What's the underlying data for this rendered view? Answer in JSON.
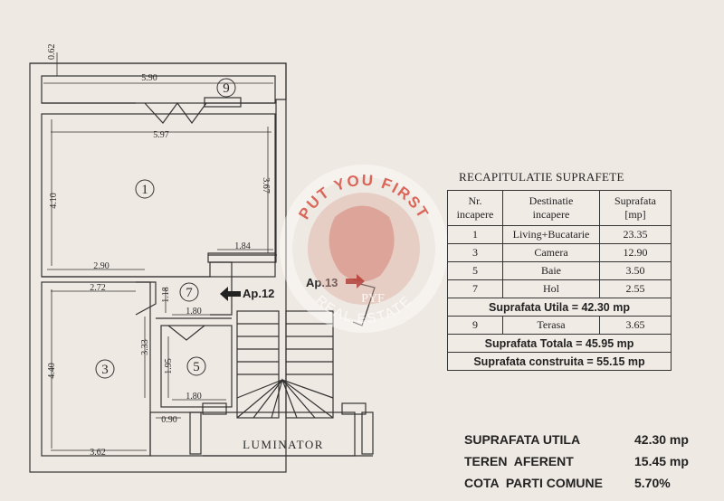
{
  "plan": {
    "dims": {
      "d_062": "0.62",
      "d_590": "5.90",
      "d_597": "5.97",
      "d_410": "4.10",
      "d_367": "3.67",
      "d_184": "1.84",
      "d_290": "2.90",
      "d_272": "2.72",
      "d_118": "1.18",
      "d_180a": "1.80",
      "d_333": "3.33",
      "d_195": "1.95",
      "d_440": "4.40",
      "d_180b": "1.80",
      "d_090": "0.90",
      "d_362": "3.62"
    },
    "rooms": {
      "r1": "1",
      "r3": "3",
      "r5": "5",
      "r7": "7",
      "r9": "9"
    },
    "labels": {
      "ap12": "Ap.12",
      "ap13": "Ap.13",
      "luminator": "LUMINATOR"
    },
    "watermark": {
      "top_text": "PUT YOU FIRST",
      "bottom_text": "REAL ESTATE",
      "mark": "PYF"
    },
    "colors": {
      "line": "#333333",
      "watermark_red": "#d33a2c",
      "ap13_red": "#a3201d"
    }
  },
  "summary": {
    "title": "RECAPITULATIE SUPRAFETE",
    "headers": {
      "nr": "Nr.\nincapere",
      "dest": "Destinatie\nincapere",
      "supr": "Suprafata\n[mp]"
    },
    "rows": [
      {
        "nr": "1",
        "dest": "Living+Bucatarie",
        "supr": "23.35"
      },
      {
        "nr": "3",
        "dest": "Camera",
        "supr": "12.90"
      },
      {
        "nr": "5",
        "dest": "Baie",
        "supr": "3.50"
      },
      {
        "nr": "7",
        "dest": "Hol",
        "supr": "2.55"
      }
    ],
    "utila": "Suprafata Utila = 42.30 mp",
    "terasa": {
      "nr": "9",
      "dest": "Terasa",
      "supr": "3.65"
    },
    "totala": "Suprafata Totala = 45.95 mp",
    "construita": "Suprafata construita = 55.15 mp"
  },
  "stats": [
    {
      "label": "SUPRAFATA UTILA",
      "value": "42.30 mp"
    },
    {
      "label": "TEREN  AFERENT",
      "value": "15.45 mp"
    },
    {
      "label": "COTA  PARTI COMUNE",
      "value": "5.70%"
    }
  ]
}
